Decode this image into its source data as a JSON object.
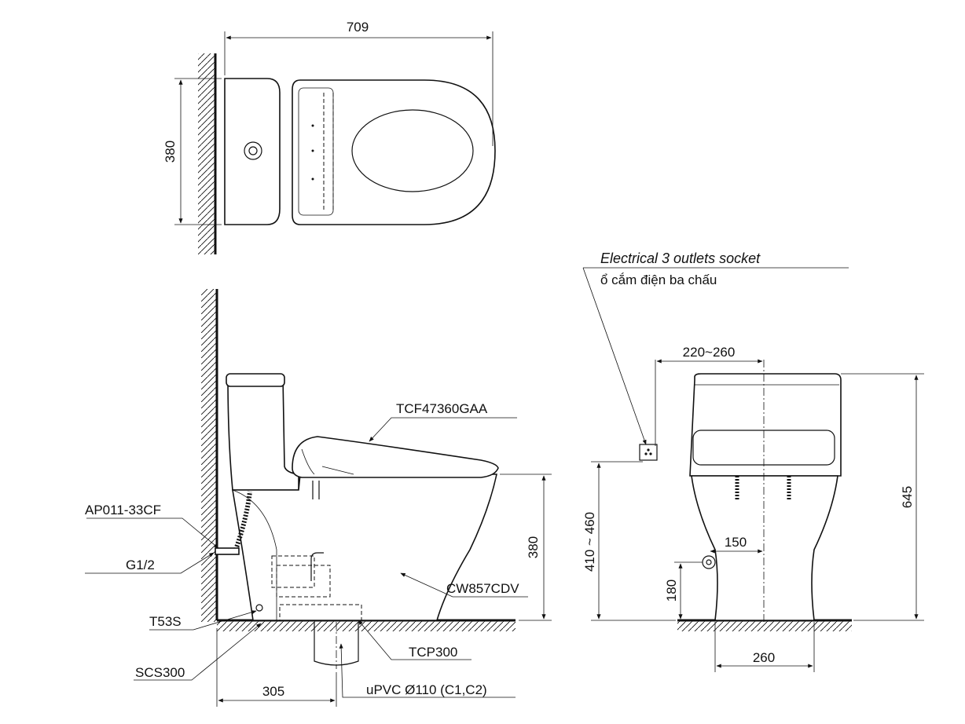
{
  "top_view": {
    "width_dim": "709",
    "depth_dim": "380"
  },
  "side_view": {
    "seat_model": "TCF47360GAA",
    "bowl_model": "CW857CDV",
    "valve_model": "AP011-33CF",
    "thread": "G1/2",
    "part_t53s": "T53S",
    "part_scs300": "SCS300",
    "part_tcp300": "TCP300",
    "pipe": "uPVC Ø110 (C1,C2)",
    "rough_in_dim": "305",
    "seat_height_dim": "380"
  },
  "front_view": {
    "socket_label_en": "Electrical 3 outlets socket",
    "socket_label_vi": "ổ cắm điện ba chấu",
    "socket_offset_dim": "220~260",
    "socket_height_dim": "410 ~ 460",
    "total_height_dim": "645",
    "supply_offset_dim": "150",
    "supply_height_dim": "180",
    "base_width_dim": "260"
  }
}
